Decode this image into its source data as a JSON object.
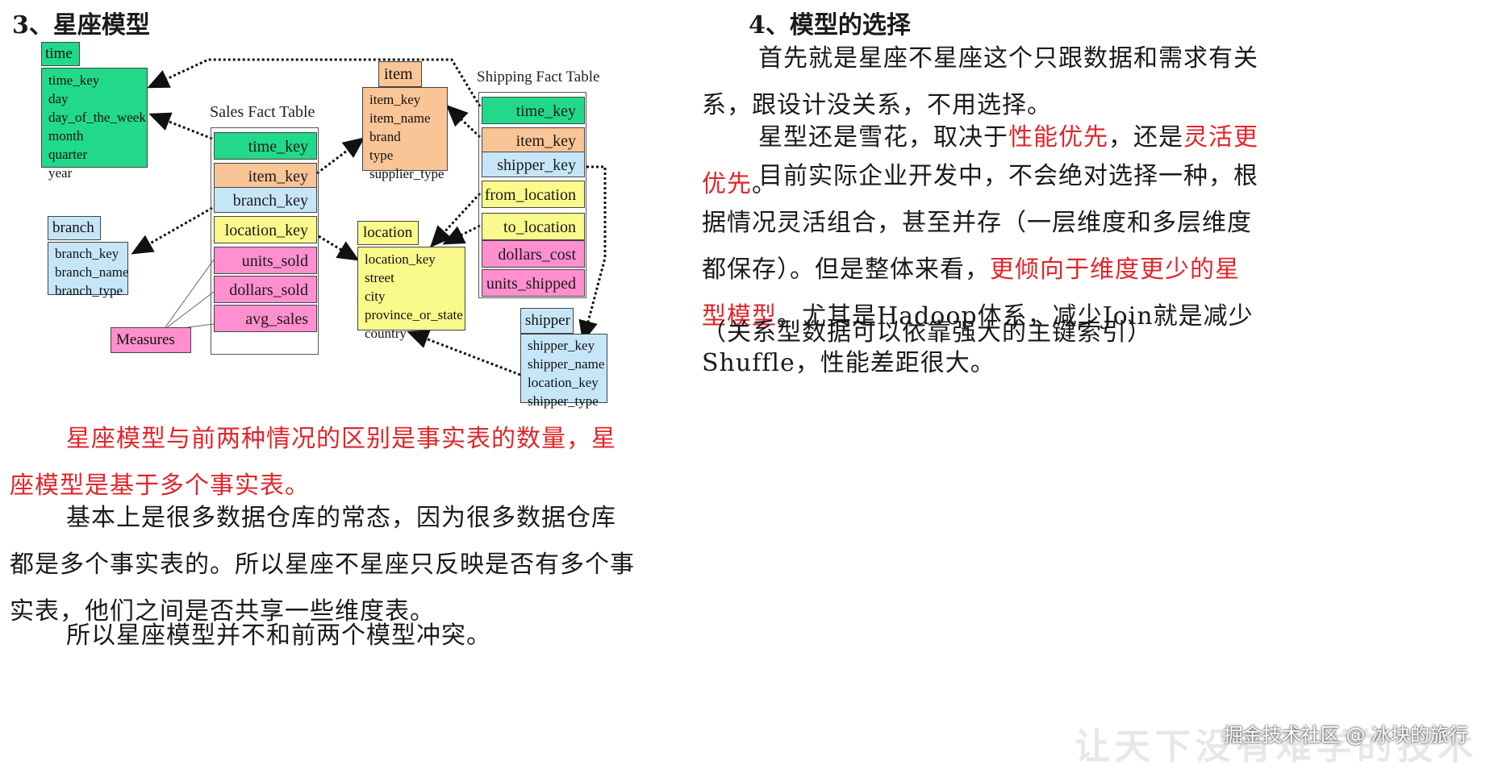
{
  "left": {
    "heading": "3、星座模型",
    "red_para": "星座模型与前两种情况的区别是事实表的数量，星座模型是基于多个事实表。",
    "para2": "基本上是很多数据仓库的常态，因为很多数据仓库都是多个事实表的。所以星座不星座只反映是否有多个事实表，他们之间是否共享一些维度表。",
    "para3": "所以星座模型并不和前两个模型冲突。"
  },
  "right": {
    "heading": "4、模型的选择",
    "para1": "首先就是星座不星座这个只跟数据和需求有关系，跟设计没关系，不用选择。",
    "para2_a": "星型还是雪花，取决于",
    "para2_red1": "性能优先",
    "para2_b": "，还是",
    "para2_red2": "灵活更优先",
    "para2_c": "。",
    "para3_a": "目前实际企业开发中，不会绝对选择一种，根据情况灵活组合，甚至并存（一层维度和多层维度都保存）。但是整体来看，",
    "para3_red": "更倾向于维度更少的星型模型",
    "para3_b": "。尤其是Hadoop体系，减少Join就是减少Shuffle，性能差距很大。",
    "para4": "（关系型数据可以依靠强大的主键索引）"
  },
  "diagram": {
    "time": {
      "title": "time",
      "fields": [
        "time_key",
        "day",
        "day_of_the_week",
        "month",
        "quarter",
        "year"
      ]
    },
    "sales": {
      "label": "Sales Fact Table",
      "keys": [
        "time_key",
        "item_key",
        "branch_key",
        "location_key"
      ],
      "measures": [
        "units_sold",
        "dollars_sold",
        "avg_sales"
      ]
    },
    "item": {
      "title": "item",
      "fields": [
        "item_key",
        "item_name",
        "brand",
        "type",
        "supplier_type"
      ]
    },
    "shipping": {
      "label": "Shipping Fact Table",
      "keys": [
        "time_key",
        "item_key",
        "shipper_key",
        "from_location",
        "to_location"
      ],
      "measures": [
        "dollars_cost",
        "units_shipped"
      ]
    },
    "branch": {
      "title": "branch",
      "fields": [
        "branch_key",
        "branch_name",
        "branch_type"
      ]
    },
    "location": {
      "title": "location",
      "fields": [
        "location_key",
        "street",
        "city",
        "province_or_state",
        "country"
      ]
    },
    "shipper": {
      "title": "shipper",
      "fields": [
        "shipper_key",
        "shipper_name",
        "location_key",
        "shipper_type"
      ]
    },
    "measures_label": "Measures",
    "colors": {
      "green": "#22d98a",
      "orange": "#f9c496",
      "blue": "#c6e6f8",
      "yellow": "#fafa8c",
      "pink": "#ff8fcf"
    }
  },
  "footer": {
    "credit": "掘金技术社区 @ 冰块的旅行",
    "watermark": "让天下没有难学的技术"
  }
}
